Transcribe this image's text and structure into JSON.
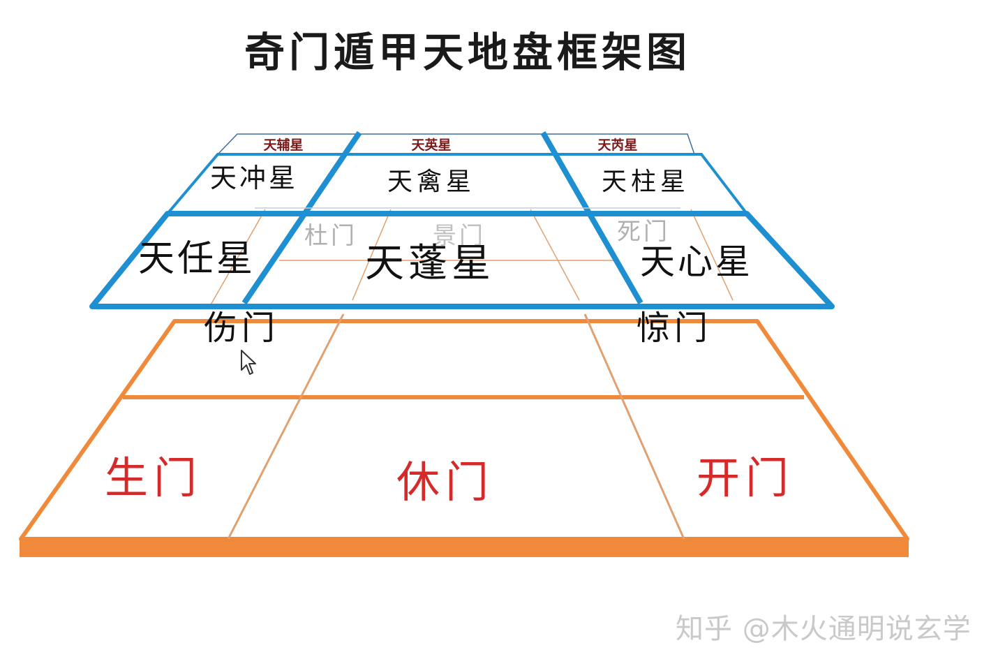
{
  "title": "奇门遁甲天地盘框架图",
  "watermark": "知乎 @木火通明说玄学",
  "colors": {
    "heaven_border": "#1e8fd0",
    "earth_border": "#f08a3a",
    "dim_line": "#cccccc",
    "faint_orange_line": "#e0a070",
    "door_red": "#d42a2a",
    "ghost_text": "#b0b0b0",
    "star_text": "#111111",
    "small_star_text": "#7a1a1a"
  },
  "heaven_plate": {
    "back_row": [
      "天辅星",
      "天英星",
      "天芮星"
    ],
    "middle_row": [
      "天冲星",
      "天禽星",
      "天柱星"
    ],
    "front_row": [
      "天任星",
      "天蓬星",
      "天心星"
    ]
  },
  "earth_plate": {
    "back_row": [
      "杜门",
      "景门",
      "死门"
    ],
    "middle_row": [
      "伤门",
      "惊门"
    ],
    "front_row": [
      "生门",
      "休门",
      "开门"
    ]
  },
  "icons": [
    "cursor-icon"
  ]
}
